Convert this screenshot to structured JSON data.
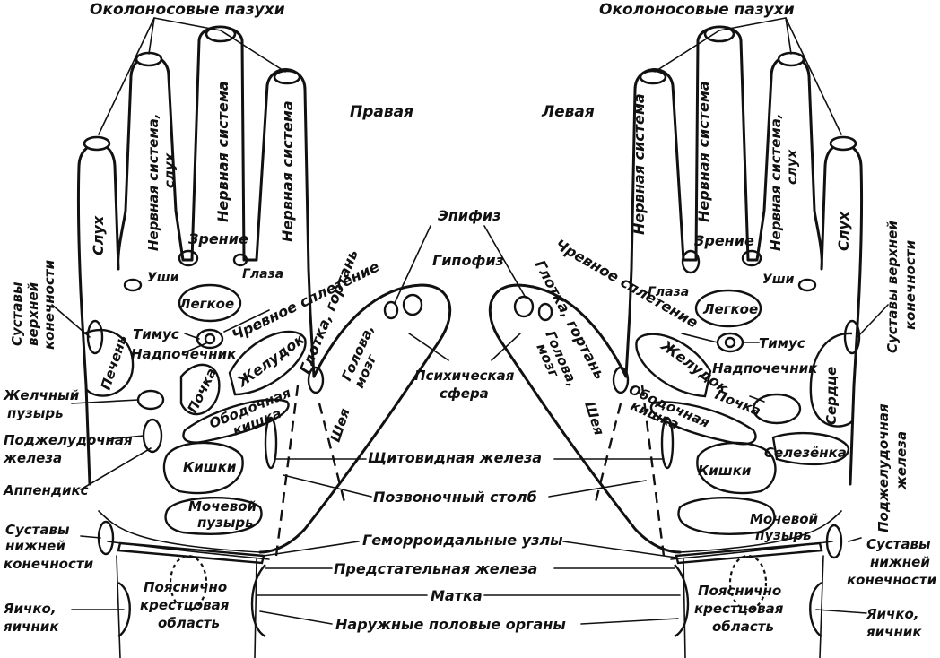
{
  "hand_titles": {
    "right": "Правая",
    "left": "Левая"
  },
  "right_hand": {
    "sinuses": "Околоносовые пазухи",
    "hearing_finger": "Слух",
    "nervous_hearing_1": "Нервная система,",
    "nervous_hearing_2": "слух",
    "nervous_1": "Нервная система",
    "nervous_2": "Нервная система",
    "vision": "Зрение",
    "ears": "Уши",
    "eyes": "Глаза",
    "lung": "Легкое",
    "thymus": "Тимус",
    "adrenal": "Надпочечник",
    "solar_plexus": "Чревное сплетение",
    "stomach": "Желудок",
    "throat": "Глотка, гортань",
    "head_1": "Голова,",
    "head_2": "мозг",
    "neck": "Шея",
    "liver": "Печень",
    "kidney": "Почка",
    "colon_1": "Ободочная",
    "colon_2": "кишка",
    "intestines": "Кишки",
    "bladder_1": "Мочевой",
    "bladder_2": "пузырь",
    "upper_joints_1": "Суставы",
    "upper_joints_2": "верхней",
    "upper_joints_3": "конечности",
    "gallbladder_1": "Желчный",
    "gallbladder_2": "пузырь",
    "pancreas_1": "Поджелудочная",
    "pancreas_2": "железа",
    "appendix": "Аппендикс",
    "lower_joints_1": "Суставы",
    "lower_joints_2": "нижней",
    "lower_joints_3": "конечности",
    "gonads_1": "Яичко,",
    "gonads_2": "яичник",
    "lumbosacral_1": "Пояснично",
    "lumbosacral_2": "крестцовая",
    "lumbosacral_3": "область"
  },
  "left_hand": {
    "sinuses": "Околоносовые пазухи",
    "nervous_1": "Нервная система",
    "nervous_2": "Нервная система",
    "nervous_hearing_1": "Нервная система,",
    "nervous_hearing_2": "слух",
    "hearing_finger": "Слух",
    "vision": "Зрение",
    "eyes": "Глаза",
    "ears": "Уши",
    "upper_joints_1": "Суставы верхней",
    "upper_joints_2": "конечности",
    "solar_plexus": "Чревное сплетение",
    "throat": "Глотка, гортань",
    "head_1": "Голова,",
    "head_2": "мозг",
    "neck": "Шея",
    "lung": "Легкое",
    "thymus": "Тимус",
    "stomach": "Желудок",
    "adrenal": "Надпочечник",
    "heart": "Сердце",
    "kidney": "Почка",
    "colon_1": "Ободочная",
    "colon_2": "кишка",
    "spleen": "Селезёнка",
    "intestines": "Кишки",
    "pancreas_1": "Поджелудочная",
    "pancreas_2": "железа",
    "bladder_1": "Мочевой",
    "bladder_2": "пузырь",
    "lower_joints_1": "Суставы",
    "lower_joints_2": "нижней",
    "lower_joints_3": "конечности",
    "gonads_1": "Яичко,",
    "gonads_2": "яичник",
    "lumbosacral_1": "Пояснично",
    "lumbosacral_2": "крестцовая",
    "lumbosacral_3": "область"
  },
  "center": {
    "epiphysis": "Эпифиз",
    "hypophysis": "Гипофиз",
    "psyche_1": "Психическая",
    "psyche_2": "сфера",
    "thyroid": "Щитовидная железа",
    "spine": "Позвоночный столб",
    "hemorrhoids": "Геморроидальные узлы",
    "prostate": "Предстательная железа",
    "uterus": "Матка",
    "genitals": "Наружные половые органы"
  }
}
